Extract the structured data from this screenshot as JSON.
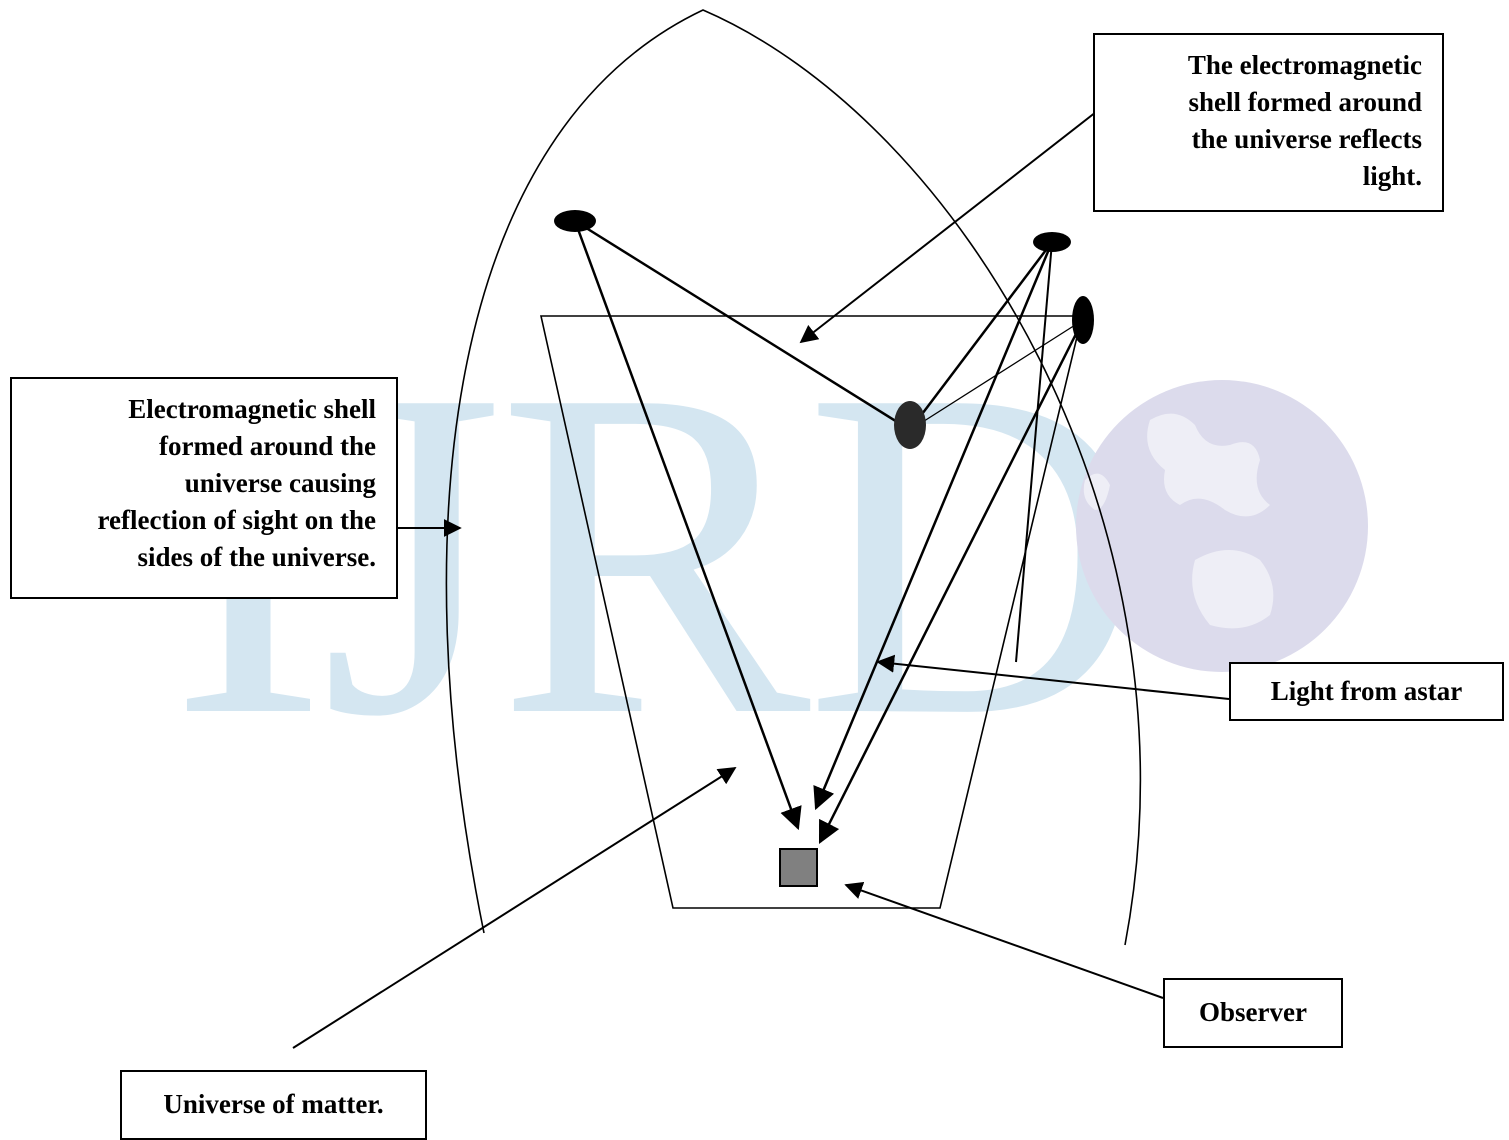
{
  "watermark": {
    "text": "IJRD",
    "text_color": "#d4e6f1",
    "globe_color": "#dcdbec",
    "icon": "globe-icon"
  },
  "labels": {
    "shell_reflects": [
      "The electromagnetic",
      "shell formed around",
      "the universe reflects",
      "light."
    ],
    "shell_sides": [
      "Electromagnetic shell",
      "formed around the",
      "universe causing",
      "reflection of sight on the",
      "sides of the universe."
    ],
    "light_from_star": "Light from astar",
    "observer": "Observer",
    "universe_of_matter": "Universe of matter."
  },
  "colors": {
    "line": "#000000",
    "star": "#000000",
    "observer_fill": "#808080"
  }
}
